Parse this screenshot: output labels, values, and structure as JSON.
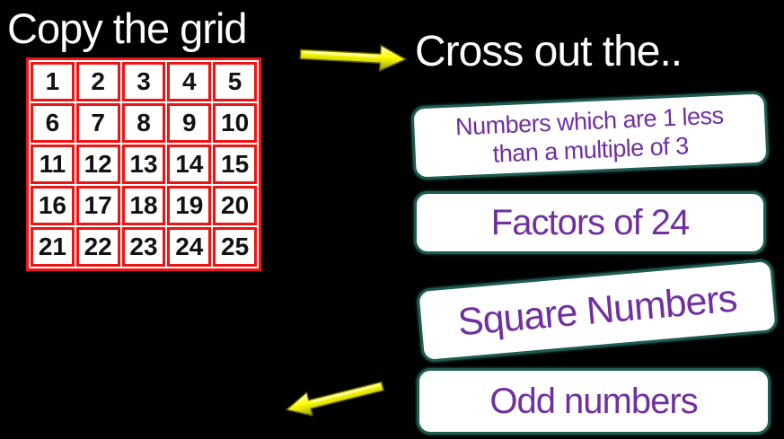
{
  "slide": {
    "left_title": "Copy the grid",
    "right_title": "Cross out the..",
    "grid": {
      "rows": 5,
      "cols": 5,
      "numbers": [
        1,
        2,
        3,
        4,
        5,
        6,
        7,
        8,
        9,
        10,
        11,
        12,
        13,
        14,
        15,
        16,
        17,
        18,
        19,
        20,
        21,
        22,
        23,
        24,
        25
      ]
    },
    "tasks": [
      {
        "lines": [
          "Numbers which are 1 less",
          "than a multiple of 3"
        ]
      },
      {
        "lines": [
          "Factors of 24"
        ]
      },
      {
        "lines": [
          "Square Numbers"
        ]
      },
      {
        "lines": [
          "Odd numbers"
        ]
      }
    ],
    "icons": {
      "top_arrow": "arrow-right-icon",
      "bottom_arrow": "arrow-left-icon"
    },
    "colors": {
      "background": "#000000",
      "title_text": "#FFFFFF",
      "grid_border": "#EE1414",
      "grid_cell_bg": "#FFFFFF",
      "grid_number": "#121212",
      "task_text": "#7030A0",
      "task_box_bg": "#FFFFFF",
      "task_box_border": "#1D5C52",
      "arrow_fill": "#FFFF00",
      "arrow_edge": "#5C5C08"
    }
  }
}
